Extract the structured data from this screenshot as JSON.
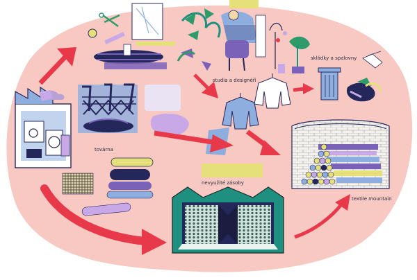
{
  "labels": {
    "factory": "továrna",
    "studios": "studia a designéři",
    "dumps": "skládky a spalovny",
    "stock": "nevyužité zásoby",
    "mountain": "textile mountain"
  },
  "colors": {
    "blob": "#f7c9c2",
    "arrow": "#e8394a",
    "navy": "#24275a",
    "blue": "#8faee0",
    "purple": "#7a62b8",
    "lilac": "#c8a8e6",
    "yellow": "#e6e07a",
    "teal": "#1f8f7f",
    "green": "#2f9a6a"
  },
  "icons": [
    "factory-illustration",
    "sewing-tools-illustration",
    "designer-studio-illustration",
    "dump-illustration",
    "fabric-rolls-illustration",
    "warehouse-illustration",
    "textile-mountain-illustration"
  ]
}
